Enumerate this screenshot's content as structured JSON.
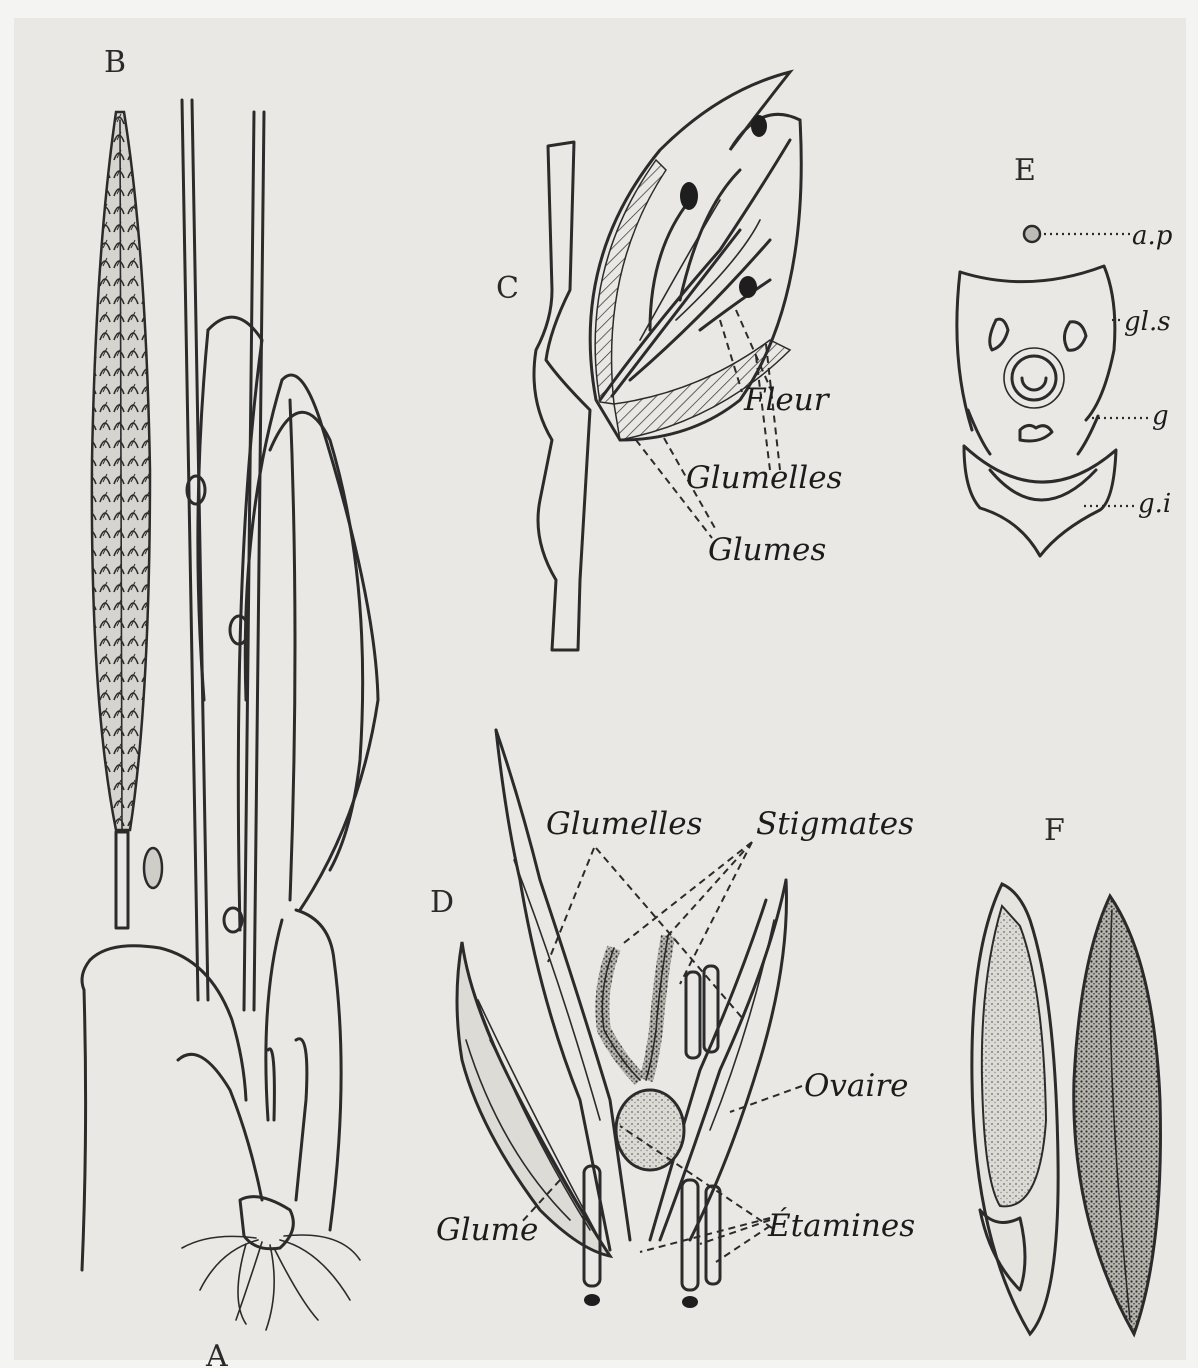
{
  "figures": {
    "A": {
      "letter": "A"
    },
    "B": {
      "letter": "B"
    },
    "C": {
      "letter": "C",
      "labels": {
        "fleur": "Fleur",
        "glumelles": "Glumelles",
        "glumes": "Glumes"
      }
    },
    "D": {
      "letter": "D",
      "labels": {
        "glumelles": "Glumelles",
        "stigmates": "Stigmates",
        "ovaire": "Ovaire",
        "glume": "Glume",
        "etamines": "Étamines"
      }
    },
    "E": {
      "letter": "E",
      "labels": {
        "ap": "a.p",
        "gls": "gl.s",
        "g": "g",
        "gi": "g.i"
      }
    },
    "F": {
      "letter": "F"
    }
  },
  "colors": {
    "paper": "#e9e8e4",
    "ink": "#2b2b2b"
  }
}
